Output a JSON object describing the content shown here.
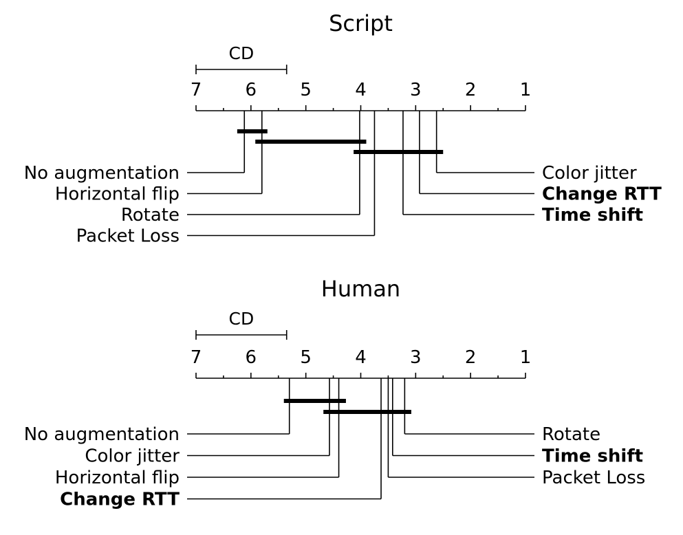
{
  "chart_data": [
    {
      "type": "critical-difference",
      "title": "Script",
      "axis": {
        "min": 1,
        "max": 7,
        "ticks": [
          "7",
          "6",
          "5",
          "4",
          "3",
          "2",
          "1"
        ],
        "reversed": true
      },
      "cd_label": "CD",
      "cd_value": 1.65,
      "left_methods": [
        {
          "name": "No augmentation",
          "rank": 6.12,
          "bold": false
        },
        {
          "name": "Horizontal flip",
          "rank": 5.8,
          "bold": false
        },
        {
          "name": "Rotate",
          "rank": 4.02,
          "bold": false
        },
        {
          "name": "Packet Loss",
          "rank": 3.75,
          "bold": false
        }
      ],
      "right_methods": [
        {
          "name": "Color jitter",
          "rank": 2.62,
          "bold": false
        },
        {
          "name": "Change RTT",
          "rank": 2.93,
          "bold": true
        },
        {
          "name": "Time shift",
          "rank": 3.23,
          "bold": true
        }
      ],
      "cliques": [
        {
          "from": 6.25,
          "to": 5.7
        },
        {
          "from": 5.92,
          "to": 3.9
        },
        {
          "from": 4.13,
          "to": 2.5
        }
      ]
    },
    {
      "type": "critical-difference",
      "title": "Human",
      "axis": {
        "min": 1,
        "max": 7,
        "ticks": [
          "7",
          "6",
          "5",
          "4",
          "3",
          "2",
          "1"
        ],
        "reversed": true
      },
      "cd_label": "CD",
      "cd_value": 1.65,
      "left_methods": [
        {
          "name": "No augmentation",
          "rank": 5.3,
          "bold": false
        },
        {
          "name": "Color jitter",
          "rank": 4.57,
          "bold": false
        },
        {
          "name": "Horizontal flip",
          "rank": 4.4,
          "bold": false
        },
        {
          "name": "Change RTT",
          "rank": 3.63,
          "bold": true
        }
      ],
      "right_methods": [
        {
          "name": "Rotate",
          "rank": 3.2,
          "bold": false
        },
        {
          "name": "Time shift",
          "rank": 3.42,
          "bold": true
        },
        {
          "name": "Packet Loss",
          "rank": 3.5,
          "bold": false
        }
      ],
      "cliques": [
        {
          "from": 5.4,
          "to": 4.27
        },
        {
          "from": 4.68,
          "to": 3.08
        }
      ]
    }
  ]
}
